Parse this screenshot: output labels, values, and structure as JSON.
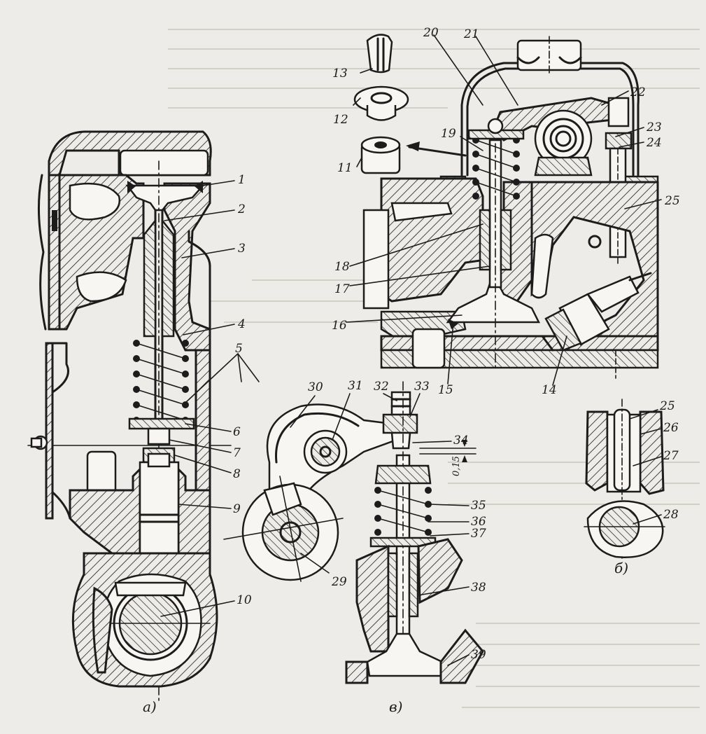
{
  "labels": {
    "n1": "1",
    "n2": "2",
    "n3": "3",
    "n4": "4",
    "n5": "5",
    "n6": "6",
    "n7": "7",
    "n8": "8",
    "n9": "9",
    "n10": "10",
    "n11": "11",
    "n12": "12",
    "n13": "13",
    "n14": "14",
    "n15": "15",
    "n16": "16",
    "n17": "17",
    "n18": "18",
    "n19": "19",
    "n20": "20",
    "n21": "21",
    "n22": "22",
    "n23": "23",
    "n24": "24",
    "n25a": "25",
    "n25b": "25",
    "n26": "26",
    "n27": "27",
    "n28": "28",
    "n29": "29",
    "n30": "30",
    "n31": "31",
    "n32": "32",
    "n33": "33",
    "n34": "34",
    "n35": "35",
    "n36": "36",
    "n37": "37",
    "n38": "38",
    "n39": "39"
  },
  "captions": {
    "a": "а)",
    "b": "б)",
    "v": "в)"
  },
  "dimension": "0,15",
  "colors": {
    "ink": "#1c1c1c",
    "paper": "#eeece8",
    "ghost_text": "#d2cfc8"
  }
}
